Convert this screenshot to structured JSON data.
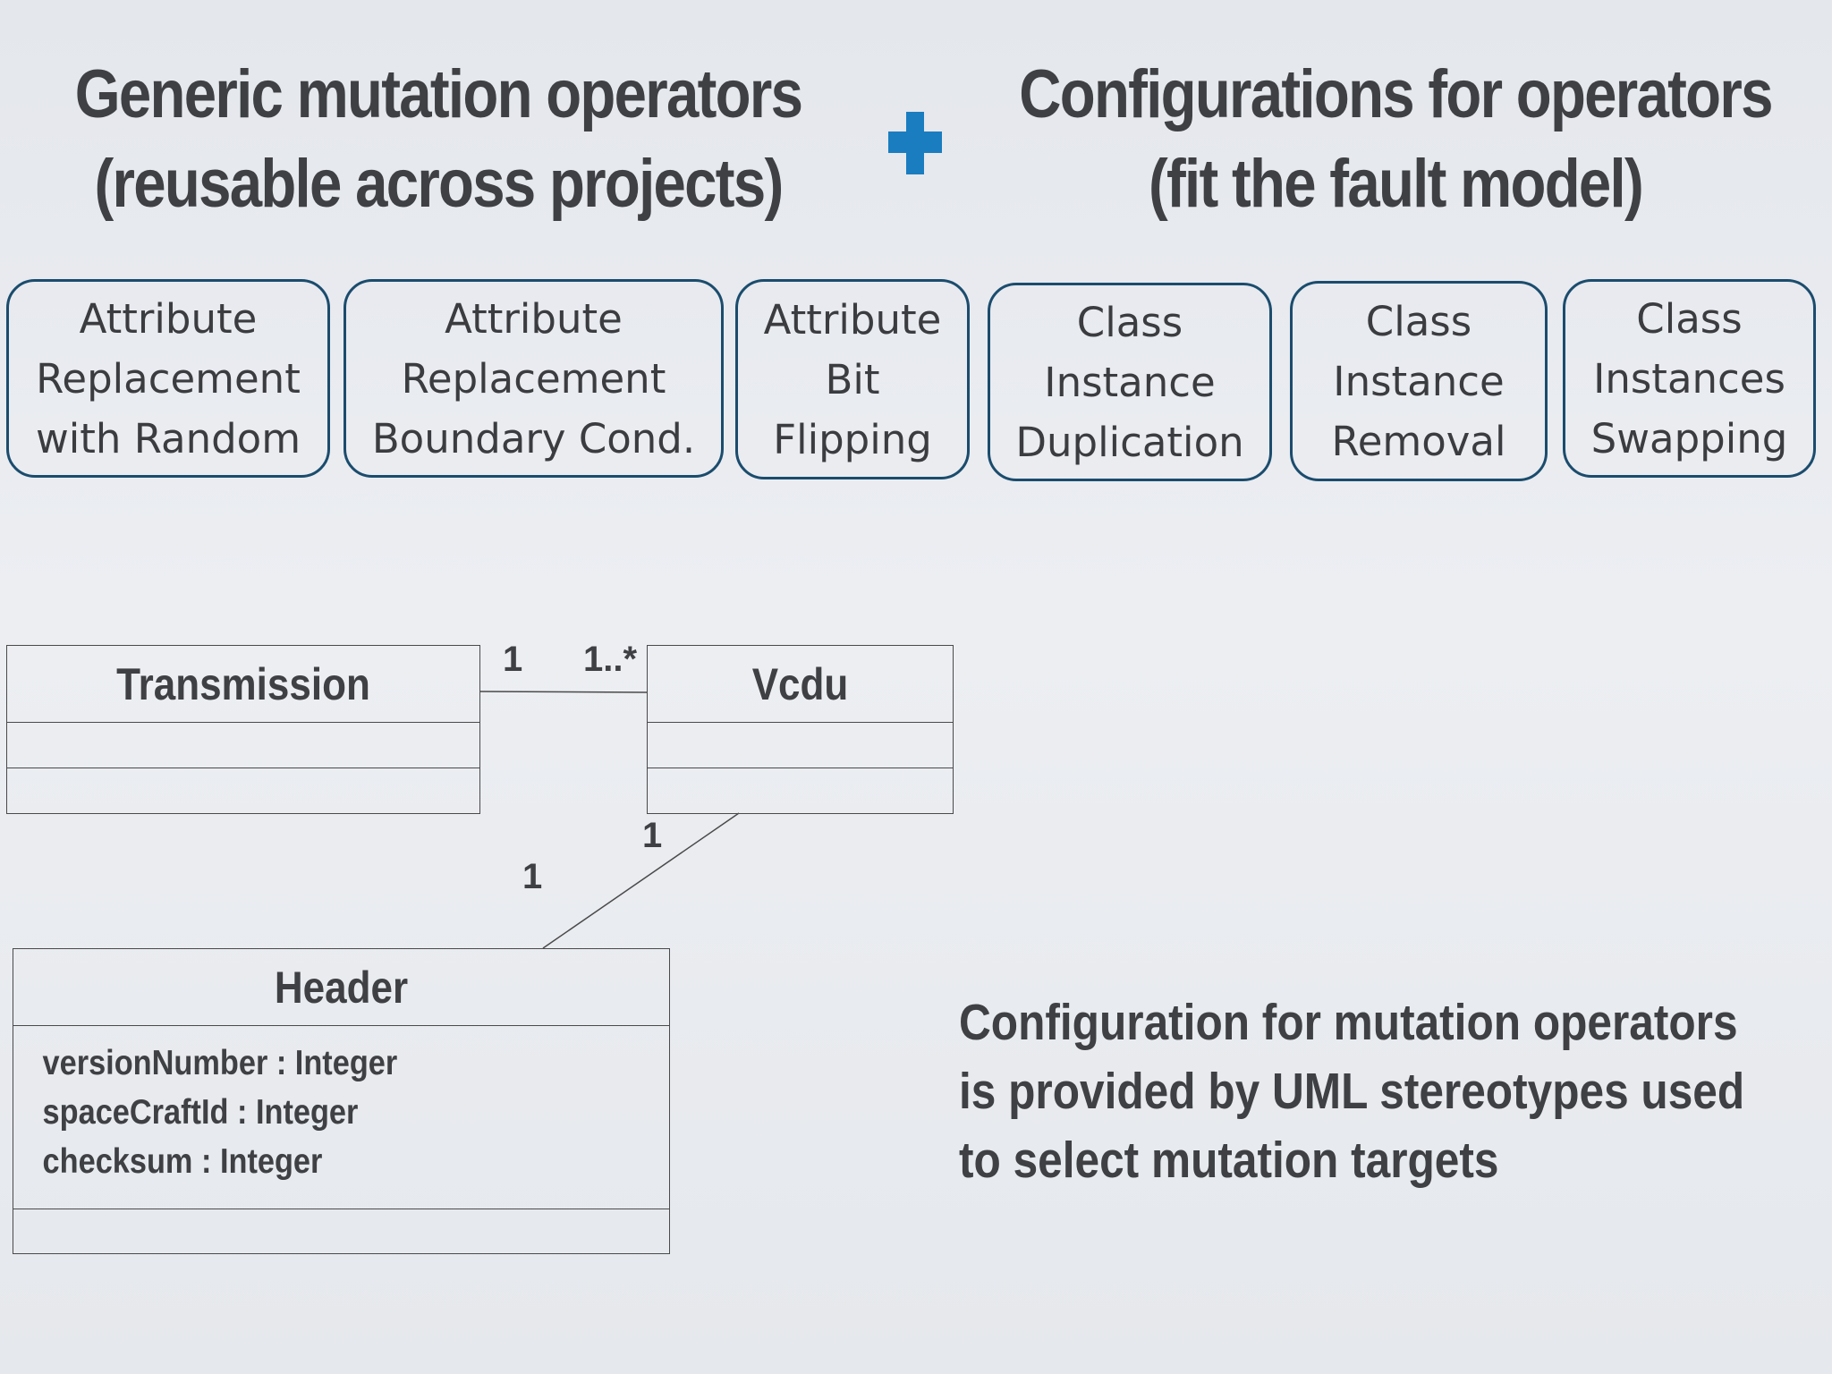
{
  "headings": {
    "left": [
      "Generic mutation operators",
      "(reusable across projects)"
    ],
    "right": [
      "Configurations for operators",
      "(fit the fault model)"
    ]
  },
  "plus_icon": {
    "icon": "plus-icon",
    "color": "#1a7dc0"
  },
  "operators": [
    {
      "lines": [
        "Attribute",
        "Replacement",
        "with Random"
      ]
    },
    {
      "lines": [
        "Attribute",
        "Replacement",
        "Boundary Cond."
      ]
    },
    {
      "lines": [
        "Attribute",
        "Bit",
        "Flipping"
      ]
    },
    {
      "lines": [
        "Class",
        "Instance",
        "Duplication"
      ]
    },
    {
      "lines": [
        "Class",
        "Instance",
        "Removal"
      ]
    },
    {
      "lines": [
        "Class",
        "Instances",
        "Swapping"
      ]
    }
  ],
  "uml": {
    "transmission": {
      "name": "Transmission"
    },
    "vcdu": {
      "name": "Vcdu"
    },
    "header": {
      "name": "Header",
      "attributes": [
        "versionNumber : Integer",
        "spaceCraftId : Integer",
        "checksum : Integer"
      ]
    },
    "multiplicities": {
      "transmission_end": "1",
      "vcdu_end": "1..*",
      "vcdu_header_end": "1",
      "header_end": "1"
    }
  },
  "note": [
    "Configuration for mutation operators",
    "is provided by UML stereotypes used",
    "to select mutation targets"
  ],
  "colors": {
    "accent": "#1a7dc0",
    "box_border": "#1b4c6d",
    "text": "#3e4044"
  }
}
